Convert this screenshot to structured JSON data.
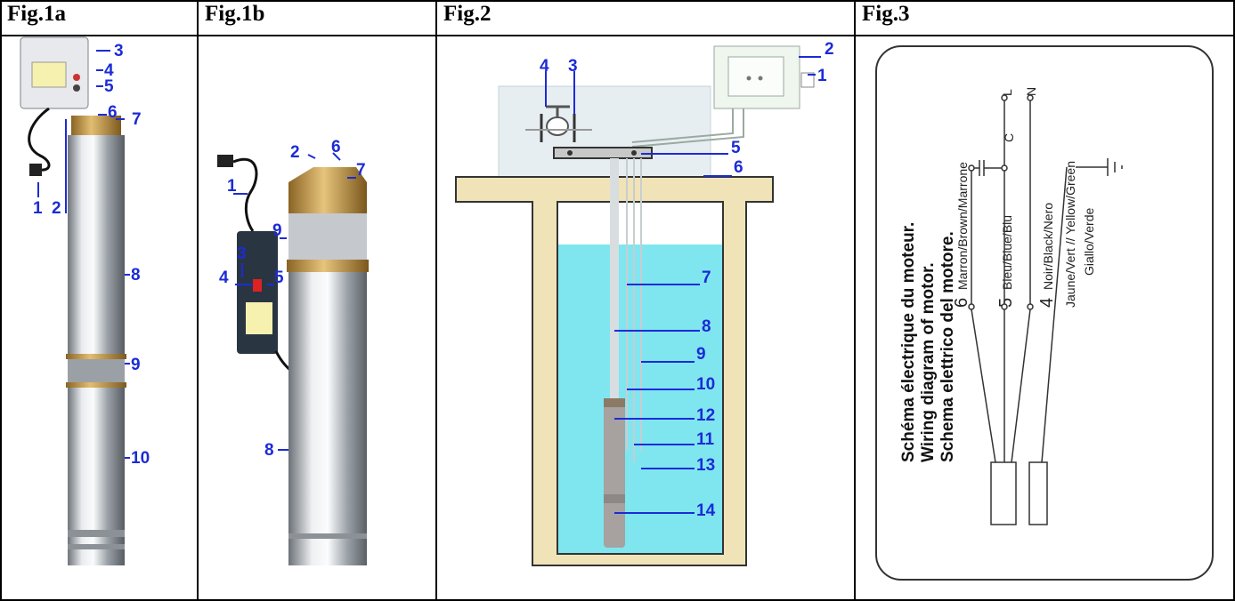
{
  "figures": {
    "fig1a": {
      "title": "Fig.1a",
      "callouts": [
        "1",
        "2",
        "3",
        "4",
        "5",
        "6",
        "7",
        "8",
        "9",
        "10"
      ]
    },
    "fig1b": {
      "title": "Fig.1b",
      "callouts": [
        "1",
        "2",
        "3",
        "4",
        "5",
        "6",
        "7",
        "8",
        "9"
      ]
    },
    "fig2": {
      "title": "Fig.2",
      "callouts": [
        "1",
        "2",
        "3",
        "4",
        "5",
        "6",
        "7",
        "8",
        "9",
        "10",
        "11",
        "12",
        "13",
        "14"
      ]
    },
    "fig3": {
      "title": "Fig.3",
      "heading_lines": [
        "Schéma électrique du moteur.",
        "Wiring diagram of motor.",
        "Schema elettrico del motore."
      ],
      "wires": [
        {
          "num": "6",
          "label": "Marron/Brown/Marrone"
        },
        {
          "num": "5",
          "label": "Bleu/Blue/Blu"
        },
        {
          "num": "4",
          "label": "Noir/Black/Nero"
        }
      ],
      "capacitor_label": "C",
      "terminal_L": "L",
      "terminal_N": "N",
      "ground_label_1": "Jaune/Vert // Yellow/Green",
      "ground_label_2": "Giallo/Verde"
    }
  },
  "colors": {
    "callout_blue": "#1c2bd6",
    "water": "#7fe6f0",
    "concrete": "#f0e3b8",
    "steel": "#b9bec4",
    "brass": "#c79a4a"
  }
}
